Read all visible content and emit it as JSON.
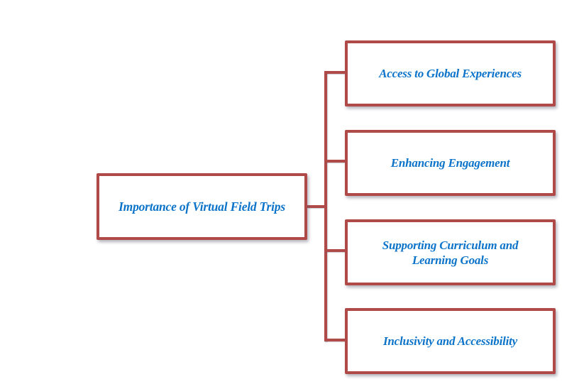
{
  "diagram": {
    "type": "tree",
    "root": {
      "label": "Importance of Virtual Field Trips"
    },
    "children": [
      {
        "label": "Access to Global Experiences"
      },
      {
        "label": "Enhancing Engagement"
      },
      {
        "label": "Supporting Curriculum and Learning Goals"
      },
      {
        "label": "Inclusivity and Accessibility"
      }
    ],
    "colors": {
      "border": "#b04a48",
      "connector": "#b04a48",
      "text": "#0b73c9",
      "background": "#ffffff"
    }
  }
}
